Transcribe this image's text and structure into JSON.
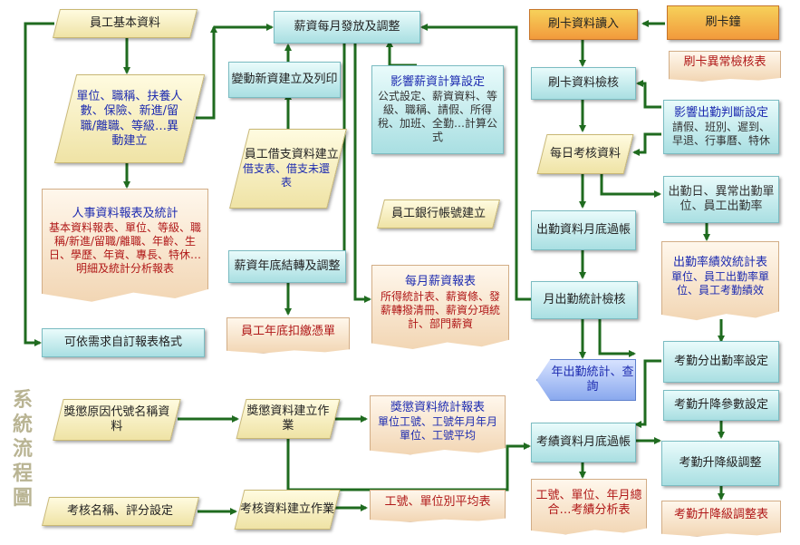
{
  "nodes": {
    "emp_basic": {
      "title": "員工基本資料"
    },
    "unit_detail": {
      "body": "單位、職稱、扶養人數、保險、新進/留職/離職、等級…異動建立"
    },
    "hr_report": {
      "title": "人事資料報表及統計",
      "body": "基本資料報表、單位、等級、職稱/新進/留職/離職、年齡、生日、學歷、年資、專長、特休…明細及統計分析報表"
    },
    "custom_report": {
      "title": "可依需求自訂報表格式"
    },
    "salary_monthly": {
      "title": "薪資每月發放及調整"
    },
    "salary_change": {
      "title": "變動新資建立及列印"
    },
    "emp_loan": {
      "title": "員工借支資料建立"
    },
    "loan_table": {
      "body": "借支表、借支未還表"
    },
    "salary_calc": {
      "title": "影響薪資計算設定",
      "body": "公式設定、薪資資料、等級、職稱、請假、所得稅、加班、全勤…計算公式"
    },
    "bank_account": {
      "title": "員工銀行帳號建立"
    },
    "year_end": {
      "title": "薪資年底結轉及調整"
    },
    "monthly_salary_report": {
      "title": "每月薪資報表",
      "body": "所得統計表、薪資條、發薪轉撥清冊、薪資分項統計、部門薪資"
    },
    "year_end_tax": {
      "title": "員工年底扣繳憑單"
    },
    "card_read": {
      "title": "刷卡資料讀入"
    },
    "card_clock": {
      "title": "刷卡鐘"
    },
    "card_abnormal": {
      "title": "刷卡異常檢核表"
    },
    "card_check": {
      "title": "刷卡資料檢核"
    },
    "att_setting": {
      "title": "影響出勤判斷設定",
      "body": "請假、班別、遲到、早退、行事曆、特休"
    },
    "daily_review": {
      "title": "每日考核資料"
    },
    "att_day": {
      "body": "出勤日、異常出勤單位、員工出勤率"
    },
    "att_month_post": {
      "title": "出勤資料月底過帳"
    },
    "att_rate_report": {
      "title": "出勤率績效統計表",
      "body": "單位、員工出勤率單位、員工考勤績效"
    },
    "month_att_check": {
      "title": "月出勤統計檢核"
    },
    "year_att": {
      "title": "年出勤統計、查詢"
    },
    "review_rate_setting": {
      "title": "考勤分出勤率設定"
    },
    "promotion_param": {
      "title": "考勤升降參數設定"
    },
    "promotion_adjust": {
      "title": "考勤升降級調整"
    },
    "promotion_table": {
      "title": "考勤升降級調整表"
    },
    "perf_post": {
      "title": "考績資料月底過帳"
    },
    "perf_report": {
      "body": "工號、單位、年月總合…考績分析表"
    },
    "reward_reason": {
      "title": "獎懲原因代號名稱資料"
    },
    "reward_data": {
      "title": "獎懲資料建立作業"
    },
    "reward_report": {
      "title": "獎懲資料統計報表",
      "body": "單位工號、工號年月年月單位、工號平均"
    },
    "review_name": {
      "title": "考核名稱、評分設定"
    },
    "review_data": {
      "title": "考核資料建立作業"
    },
    "review_avg": {
      "title": "工號、單位別平均表"
    }
  },
  "side_label": "系統流程圖",
  "colors": {
    "arrow": "#1f6b1f",
    "parallelogram": "#efe3a5",
    "process": "#a9dfe2",
    "document": "#f2d6b4",
    "source": "#f29a3c"
  }
}
